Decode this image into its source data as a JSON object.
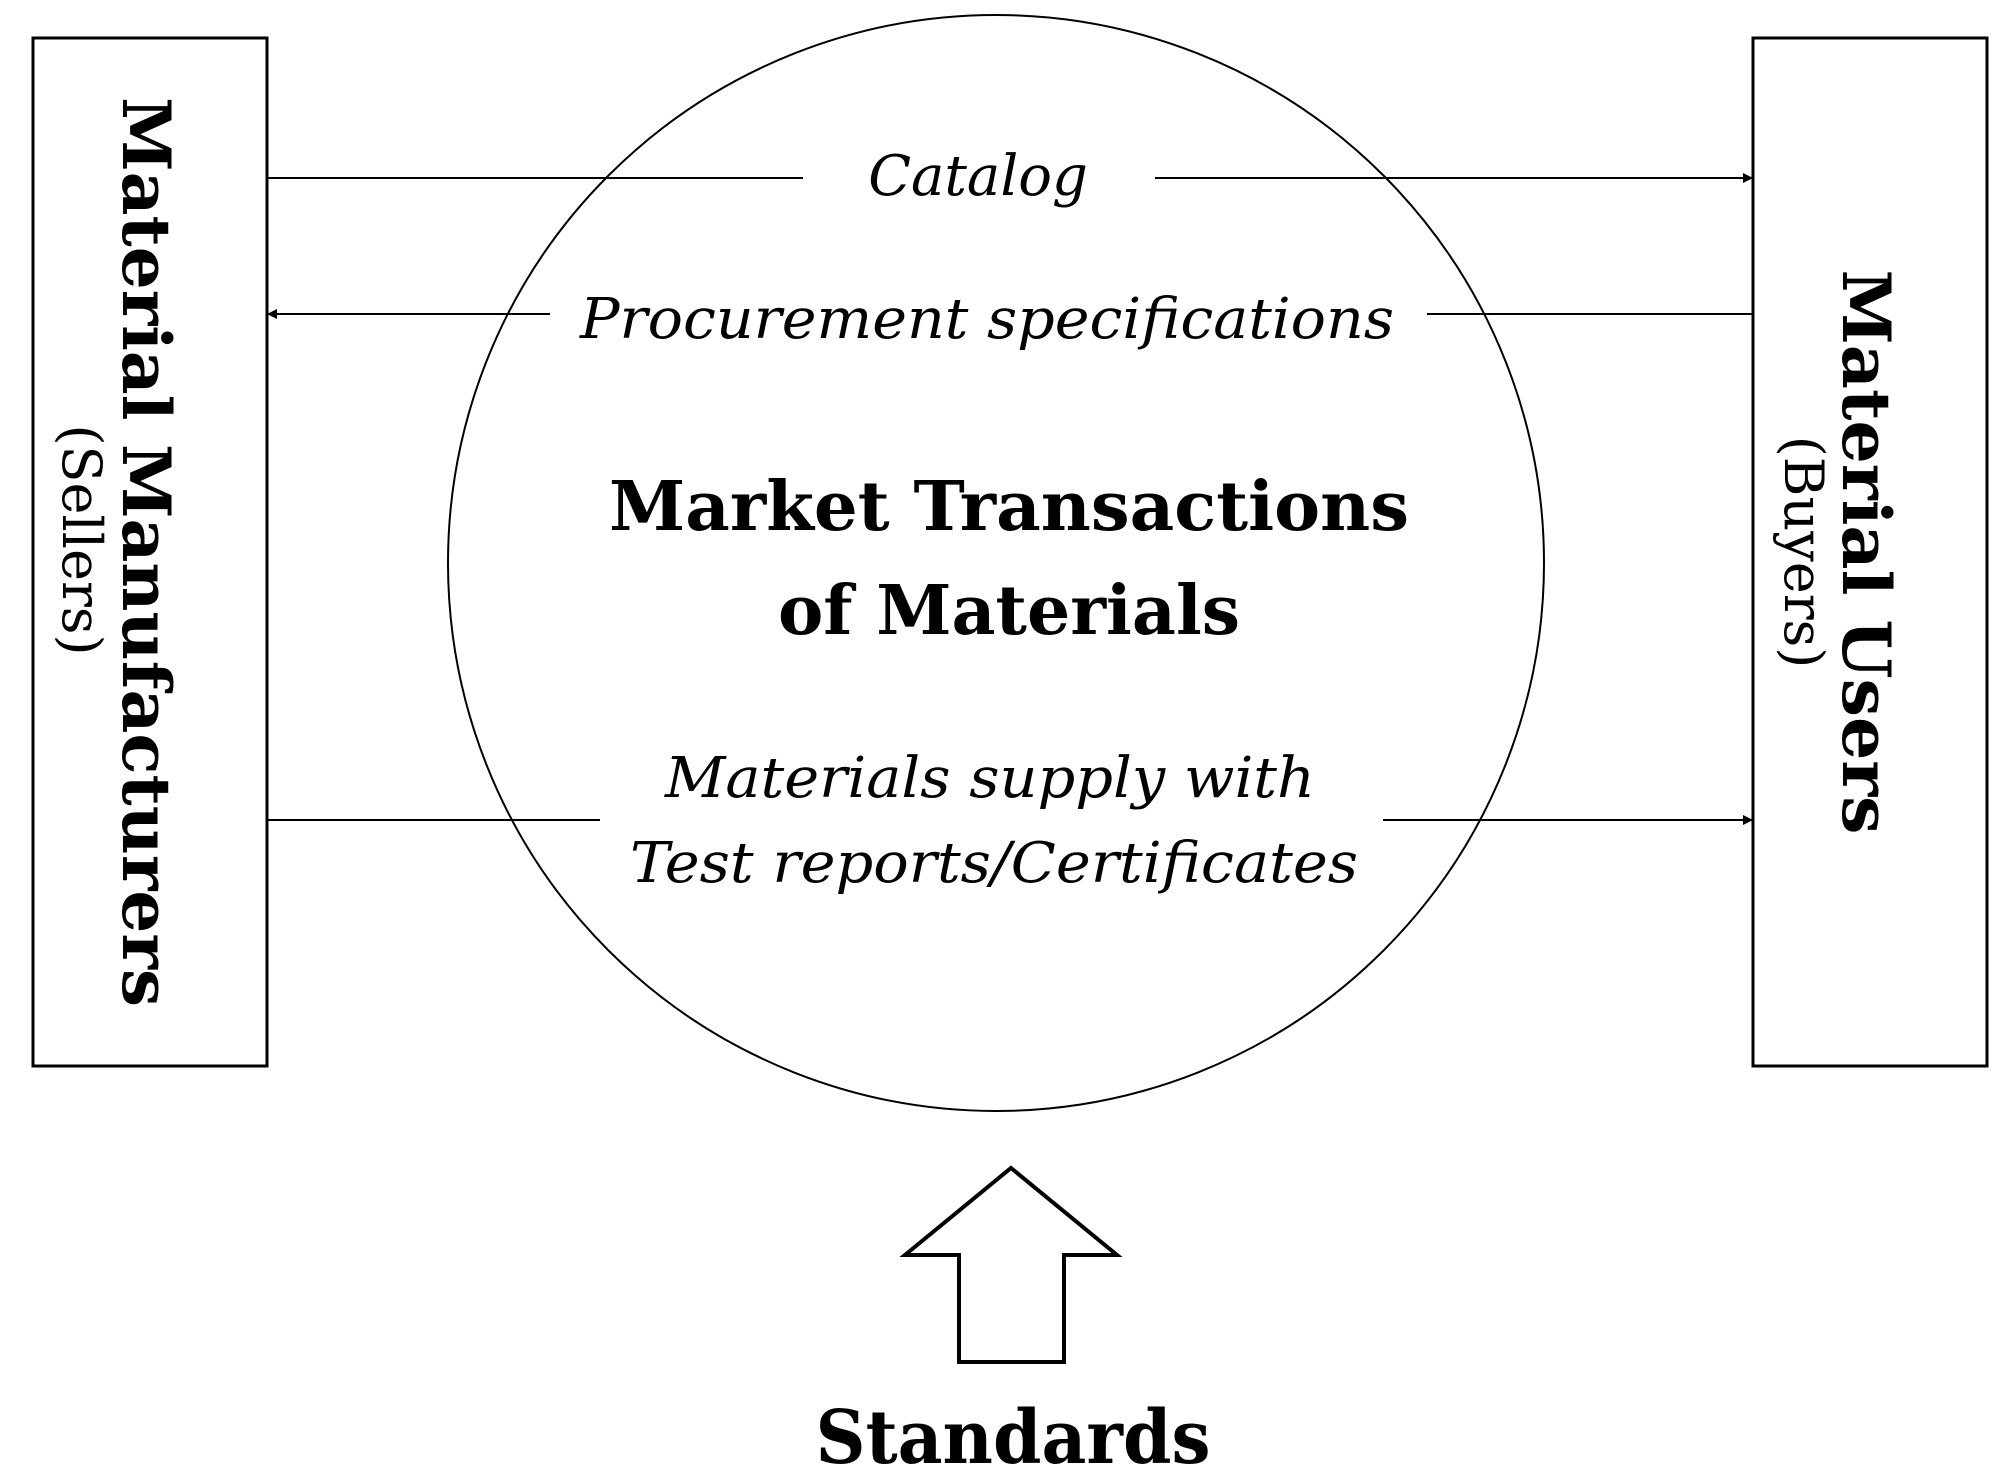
{
  "left_box": {
    "title": "Material Manufacturers",
    "subtitle": "(Sellers)"
  },
  "right_box": {
    "title": "Material Users",
    "subtitle": "(Buyers)"
  },
  "center": {
    "title_line1": "Market Transactions",
    "title_line2": "of Materials"
  },
  "flows": {
    "catalog": "Catalog",
    "procurement": "Procurement specifications",
    "supply_line1": "Materials supply with",
    "supply_line2": "Test reports/Certificates"
  },
  "bottom": {
    "label": "Standards"
  }
}
